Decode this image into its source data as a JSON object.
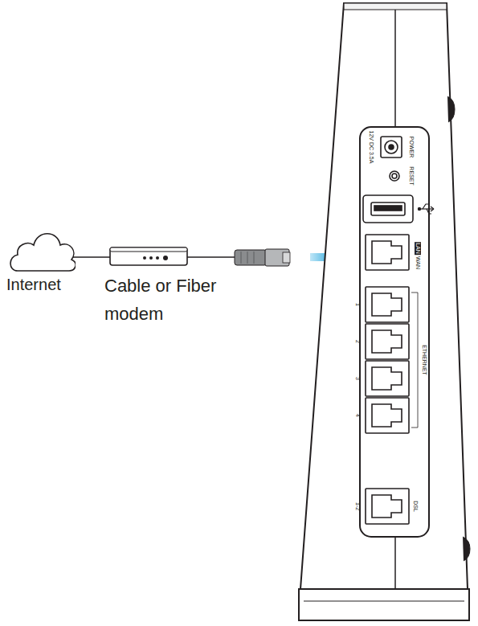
{
  "diagram": {
    "nodes": [
      {
        "text": [
          "Internet"
        ]
      },
      {
        "text": [
          "Cable or Fiber modem"
        ]
      }
    ],
    "edges": [
      {
        "from": 0,
        "to": 1,
        "arrow": "none"
      }
    ],
    "labels": [
      "12V DC 3.5A",
      "POWER",
      "RESET",
      "LAN",
      "WAN",
      "1",
      "2",
      "3",
      "4",
      "ETHERNET",
      "1-2",
      "DSL"
    ]
  }
}
